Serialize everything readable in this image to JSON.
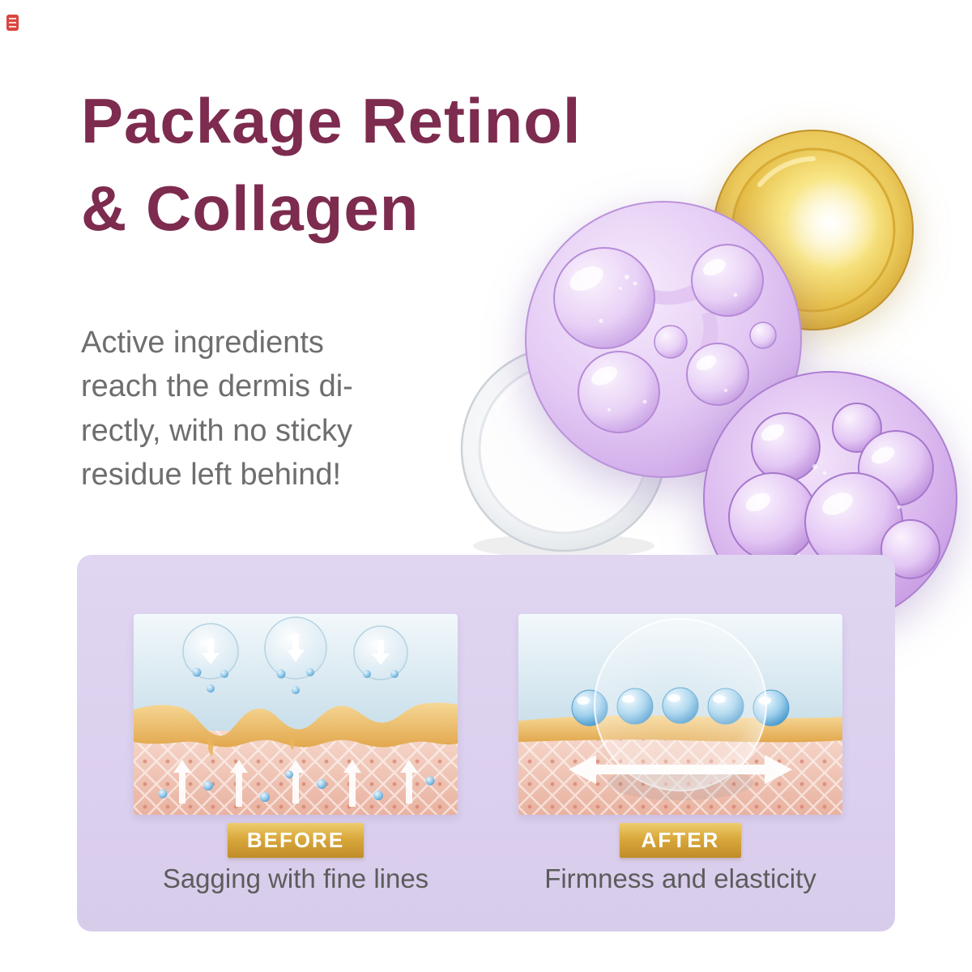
{
  "page": {
    "title_line1": "Package Retinol",
    "title_line2": "& Collagen",
    "description_lines": [
      "Active ingredients",
      "reach the dermis di-",
      "rectly, with no sticky",
      "residue left behind!"
    ]
  },
  "comparison": {
    "before": {
      "badge": "BEFORE",
      "caption": "Sagging with fine lines"
    },
    "after": {
      "badge": "AFTER",
      "caption": "Firmness and elasticity"
    }
  },
  "icons": {
    "photos": [
      "golden-cream-dish",
      "clear-glass-dish",
      "purple-serum-molecules",
      "purple-serum-bubbles"
    ],
    "diagram_icons": [
      "down-arrow",
      "up-arrow",
      "double-headed-arrow",
      "moisture-bead",
      "skin-lattice"
    ]
  },
  "colors": {
    "title": "#7d2b4e",
    "body_text": "#6e6e6e",
    "panel_bg": "#dcd1ed",
    "badge_gold_light": "#eecd6e",
    "badge_gold_dark": "#c08c28",
    "badge_text": "#ffffff",
    "caption_text": "#5c5c5c",
    "serum_purple": "#cda6e8",
    "cream_gold": "#e3b83f",
    "epidermis_tan": "#e4a94f",
    "dermis_pink": "#eab5a4",
    "sky_blue": "#c6dde9",
    "bead_blue": "#5fa8d8"
  }
}
